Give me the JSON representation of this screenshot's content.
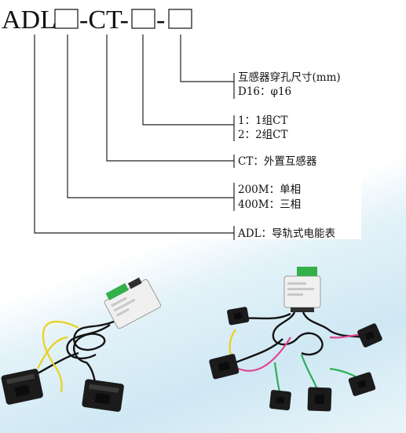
{
  "model_code": {
    "prefix": "ADL",
    "ct": "-CT-",
    "dash": "-"
  },
  "labels": {
    "hole_title": "互感器穿孔尺寸(mm)",
    "hole_value": "D16：φ16",
    "ct_count_1": "1：1组CT",
    "ct_count_2": "2：2组CT",
    "ct_type": "CT：外置互感器",
    "phase_1": "200M：单相",
    "phase_2": "400M：三相",
    "series": "ADL：导轨式电能表"
  },
  "colors": {
    "line": "#222222",
    "wire_black": "#141414",
    "wire_yellow": "#e8d21b",
    "wire_pink": "#e0458e",
    "wire_green": "#2fae5a",
    "module_body": "#eeeeee",
    "terminal_green": "#34b04a",
    "ct_black": "#1b1b1b"
  }
}
